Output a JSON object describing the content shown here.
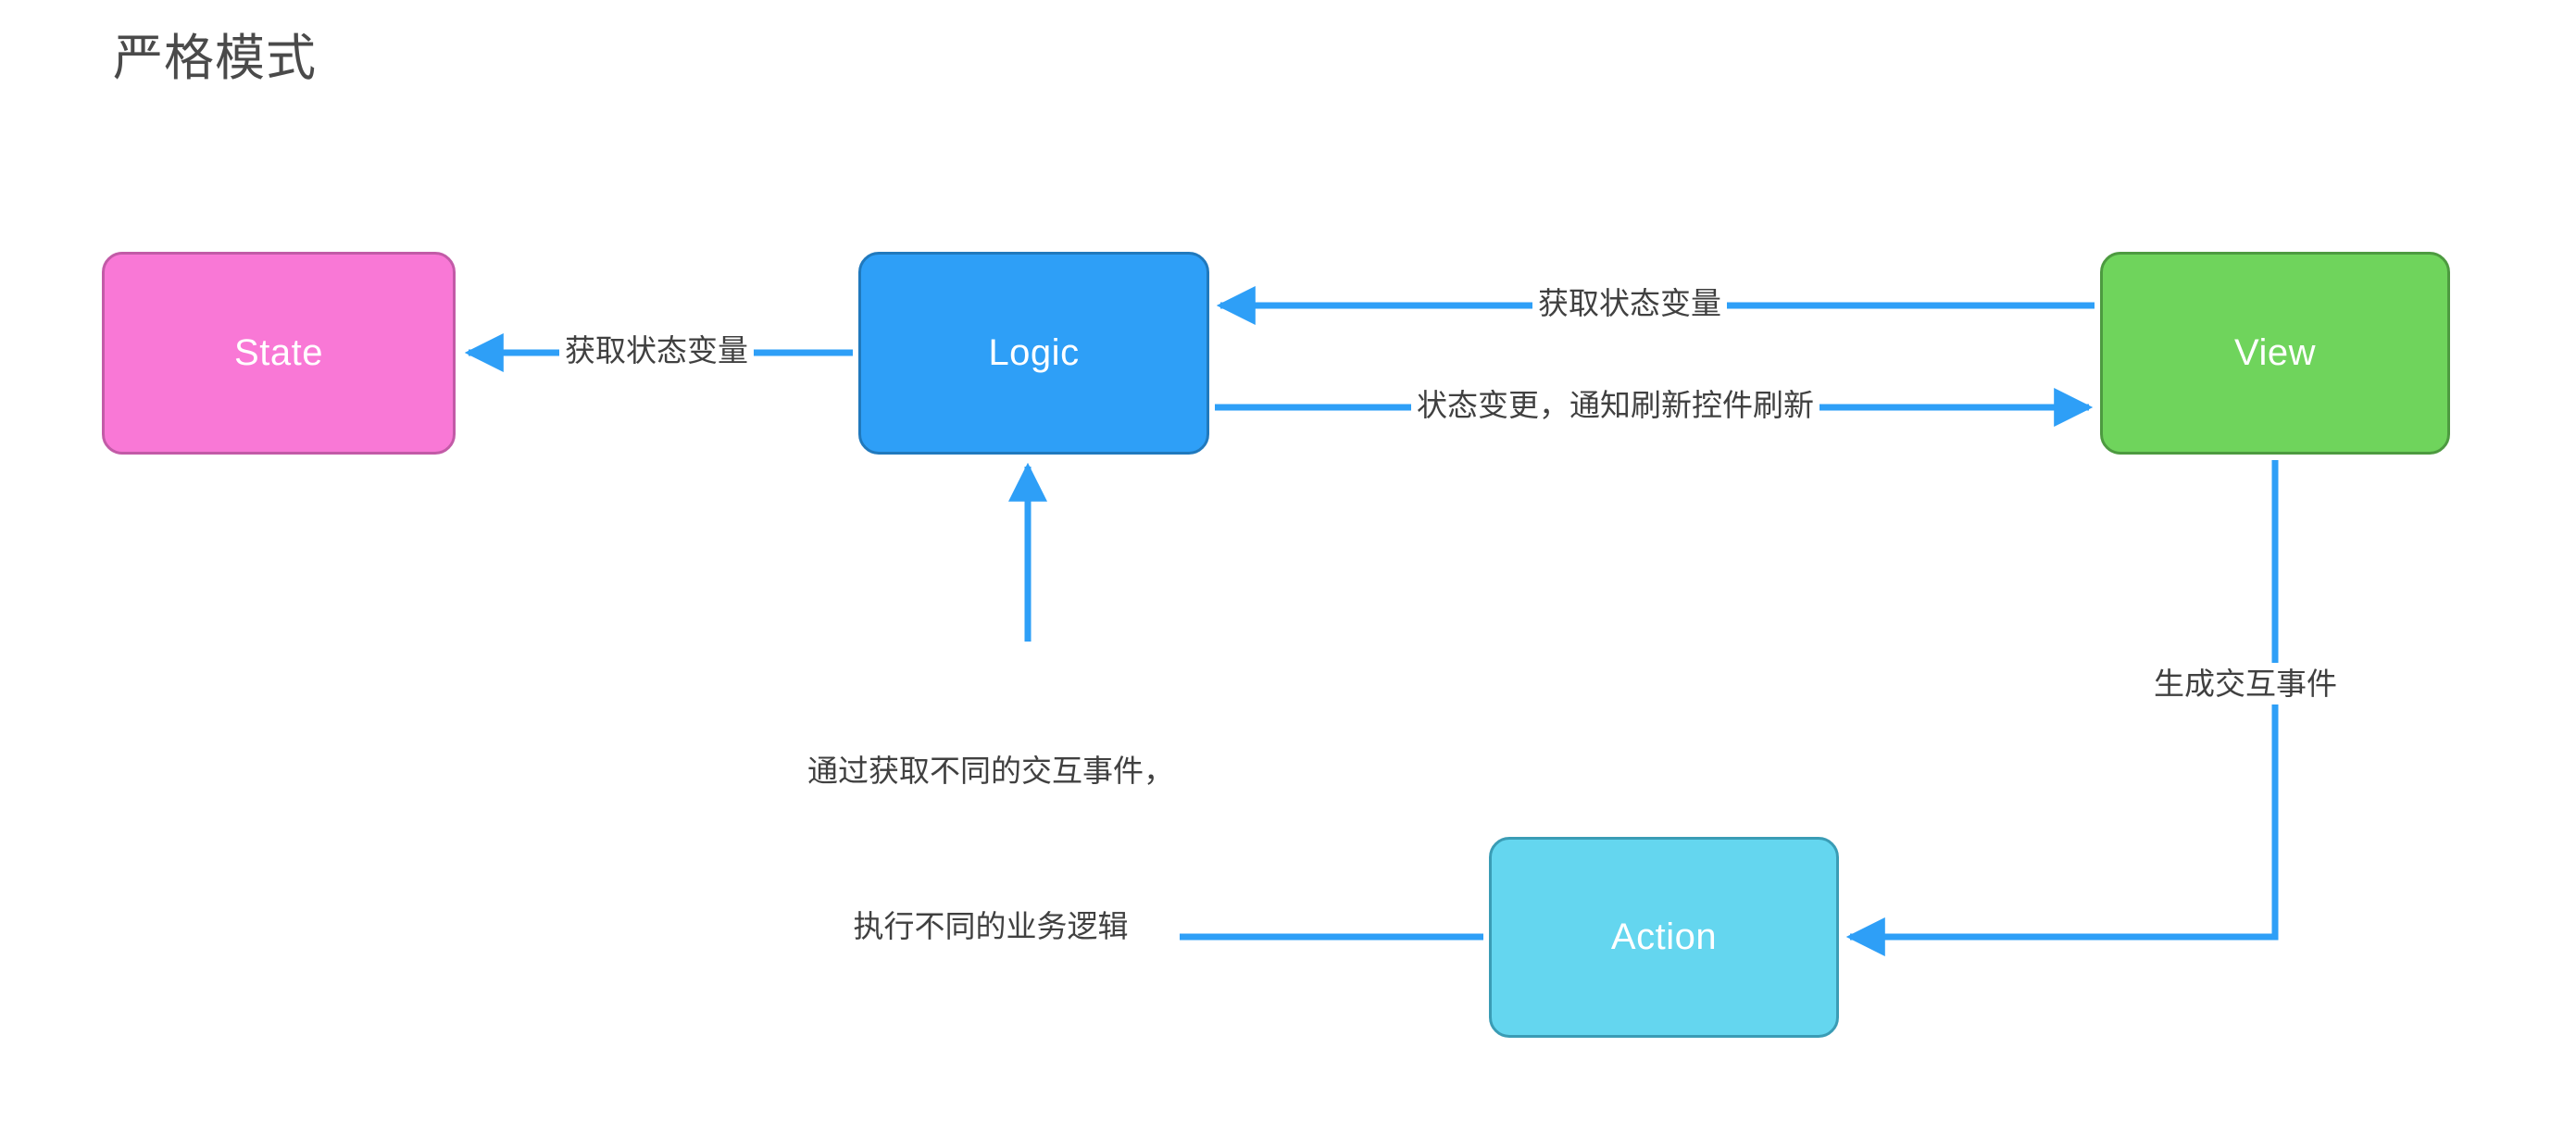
{
  "title": "严格模式",
  "theme": {
    "background": "#ffffff",
    "title_color": "#4a4a4a",
    "edge_color": "#2e9ff7",
    "label_color": "#404040"
  },
  "nodes": [
    {
      "id": "state",
      "label": "State",
      "fill": "#f978d6",
      "stroke": "#c25ba7"
    },
    {
      "id": "logic",
      "label": "Logic",
      "fill": "#2e9ff7",
      "stroke": "#2079bd"
    },
    {
      "id": "view",
      "label": "View",
      "fill": "#6fd45c",
      "stroke": "#4d9a40"
    },
    {
      "id": "action",
      "label": "Action",
      "fill": "#64d6ef",
      "stroke": "#3a9cb5"
    }
  ],
  "edges": [
    {
      "id": "logic-state",
      "from": "Logic",
      "to": "State",
      "label": "获取状态变量"
    },
    {
      "id": "view-logic",
      "from": "View",
      "to": "Logic",
      "label": "获取状态变量"
    },
    {
      "id": "logic-view",
      "from": "Logic",
      "to": "View",
      "label": "状态变更，通知刷新控件刷新"
    },
    {
      "id": "action-logic",
      "from": "Action",
      "to": "Logic",
      "label_line1": "通过获取不同的交互事件，",
      "label_line2": "执行不同的业务逻辑"
    },
    {
      "id": "view-action",
      "from": "View",
      "to": "Action",
      "label": "生成交互事件"
    }
  ]
}
